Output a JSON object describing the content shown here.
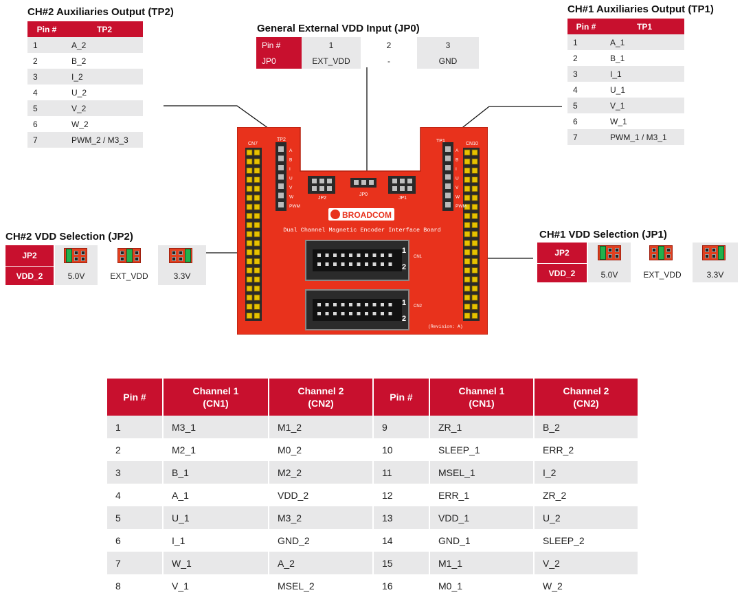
{
  "tp2": {
    "title": "CH#2 Auxiliaries Output (TP2)",
    "headers": [
      "Pin #",
      "TP2"
    ],
    "rows": [
      [
        "1",
        "A_2"
      ],
      [
        "2",
        "B_2"
      ],
      [
        "3",
        "I_2"
      ],
      [
        "4",
        "U_2"
      ],
      [
        "5",
        "V_2"
      ],
      [
        "6",
        "W_2"
      ],
      [
        "7",
        "PWM_2 / M3_3"
      ]
    ]
  },
  "tp1": {
    "title": "CH#1 Auxiliaries Output (TP1)",
    "headers": [
      "Pin #",
      "TP1"
    ],
    "rows": [
      [
        "1",
        "A_1"
      ],
      [
        "2",
        "B_1"
      ],
      [
        "3",
        "I_1"
      ],
      [
        "4",
        "U_1"
      ],
      [
        "5",
        "V_1"
      ],
      [
        "6",
        "W_1"
      ],
      [
        "7",
        "PWM_1 / M3_1"
      ]
    ]
  },
  "jp0": {
    "title": "General External VDD Input (JP0)",
    "row1": [
      "Pin #",
      "1",
      "2",
      "3"
    ],
    "row2": [
      "JP0",
      "EXT_VDD",
      "-",
      "GND"
    ]
  },
  "jp2": {
    "title": "CH#2 VDD Selection (JP2)",
    "label_top": "JP2",
    "label_bottom": "VDD_2",
    "options": [
      "5.0V",
      "EXT_VDD",
      "3.3V"
    ]
  },
  "jp1": {
    "title": "CH#1 VDD Selection (JP1)",
    "label_top": "JP2",
    "label_bottom": "VDD_2",
    "options": [
      "5.0V",
      "EXT_VDD",
      "3.3V"
    ]
  },
  "board": {
    "brand": "BROADCOM",
    "subtitle": "Dual Channel Magnetic Encoder Interface Board",
    "revision": "(Revision: A)",
    "cn7": "CN7",
    "cn10": "CN10",
    "tp2": "TP2",
    "tp1": "TP1",
    "jp2": "JP2",
    "jp0": "JP0",
    "jp1": "JP1",
    "cn1": "CN1",
    "cn2": "CN2",
    "pin1": "1",
    "pin2": "2",
    "tp_labels": [
      "A",
      "B",
      "I",
      "U",
      "V",
      "W",
      "PWM"
    ]
  },
  "pins": {
    "headers": [
      "Pin #",
      "Channel 1\n(CN1)",
      "Channel 2\n(CN2)",
      "Pin #",
      "Channel 1\n(CN1)",
      "Channel 2\n(CN2)"
    ],
    "rows": [
      [
        "1",
        "M3_1",
        "M1_2",
        "9",
        "ZR_1",
        "B_2"
      ],
      [
        "2",
        "M2_1",
        "M0_2",
        "10",
        "SLEEP_1",
        "ERR_2"
      ],
      [
        "3",
        "B_1",
        "M2_2",
        "11",
        "MSEL_1",
        "I_2"
      ],
      [
        "4",
        "A_1",
        "VDD_2",
        "12",
        "ERR_1",
        "ZR_2"
      ],
      [
        "5",
        "U_1",
        "M3_2",
        "13",
        "VDD_1",
        "U_2"
      ],
      [
        "6",
        "I_1",
        "GND_2",
        "14",
        "GND_1",
        "SLEEP_2"
      ],
      [
        "7",
        "W_1",
        "A_2",
        "15",
        "M1_1",
        "V_2"
      ],
      [
        "8",
        "V_1",
        "MSEL_2",
        "16",
        "M0_1",
        "W_2"
      ]
    ]
  },
  "colors": {
    "accent": "#c8102e",
    "board": "#e8321c",
    "jumper_cap": "#22b14c",
    "stripe": "#e8e8e9"
  }
}
